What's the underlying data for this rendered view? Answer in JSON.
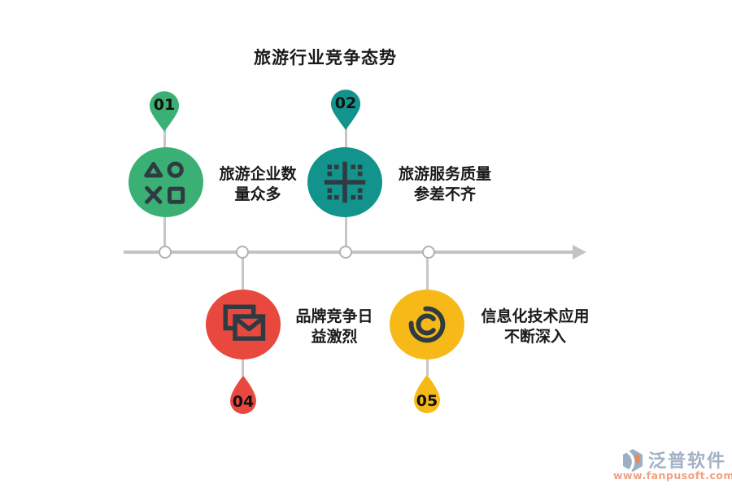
{
  "title": "旅游行业竞争态势",
  "items": [
    {
      "number": "01",
      "label_line1": "旅游企业数",
      "label_line2": "量众多",
      "color": "#3bb075",
      "icon": "game-shapes-icon",
      "position": "above-axis"
    },
    {
      "number": "02",
      "label_line1": "旅游服务质量",
      "label_line2": "参差不齐",
      "color": "#12948c",
      "icon": "grid-plus-icon",
      "position": "above-axis"
    },
    {
      "number": "04",
      "label_line1": "品牌竞争日",
      "label_line2": "益激烈",
      "color": "#e8483d",
      "icon": "double-envelope-icon",
      "position": "below-axis"
    },
    {
      "number": "05",
      "label_line1": "信息化技术应用",
      "label_line2": "不断深入",
      "color": "#f6b917",
      "icon": "spiral-arcs-icon",
      "position": "below-axis"
    }
  ],
  "timeline": {
    "axis_color": "#c3c3c3",
    "node_count": 4,
    "direction": "right-arrow"
  },
  "icon_color": "#2e3b43",
  "text_color": "#1a1a1a",
  "watermark": {
    "brand": "泛普软件",
    "url": "www.fanpusoft.com",
    "brand_color": "#a2b1c6",
    "url_color": "#f0a182",
    "logo": "fanpu-logo-icon"
  }
}
